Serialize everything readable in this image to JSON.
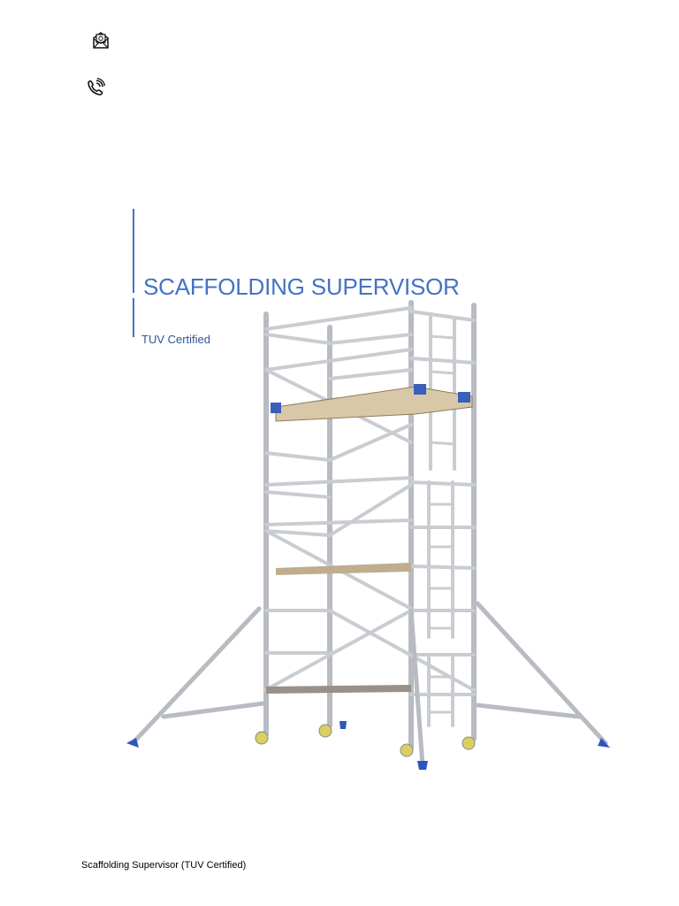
{
  "contact": {
    "icons": [
      {
        "name": "email-icon"
      },
      {
        "name": "phone-icon"
      }
    ]
  },
  "cover": {
    "title": "SCAFFOLDING SUPERVISOR",
    "subtitle": "TUV Certified",
    "accent_color": "#4472c4",
    "subtitle_color": "#2f5597"
  },
  "image": {
    "description": "mobile aluminium scaffold tower with stabilizers"
  },
  "footer": {
    "text": "Scaffolding Supervisor (TUV Certified)"
  }
}
